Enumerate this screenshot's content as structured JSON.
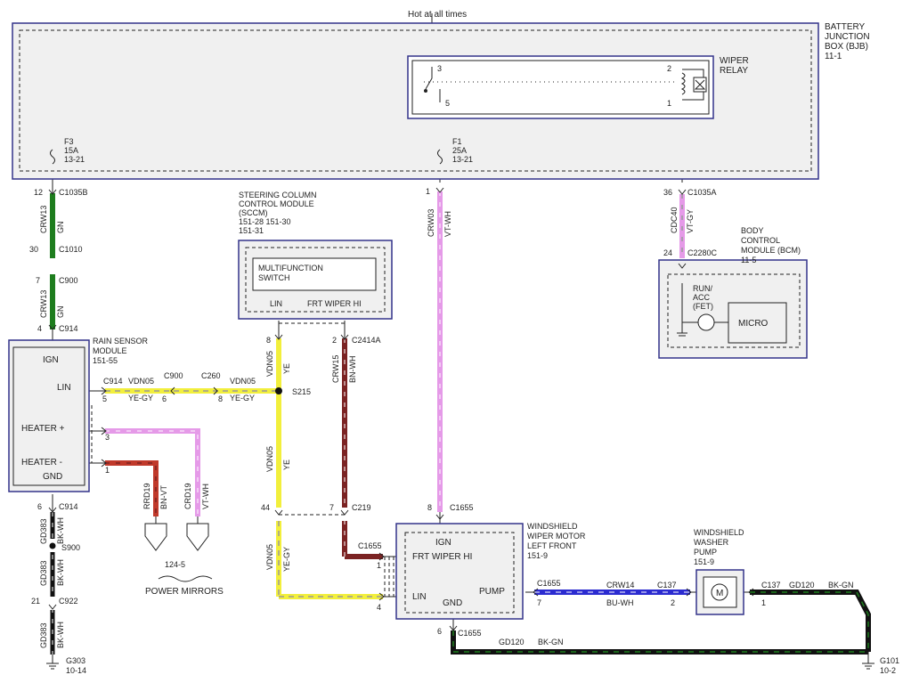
{
  "labels": {
    "hot": "Hot at all times",
    "bjb": [
      "BATTERY",
      "JUNCTION",
      "BOX (BJB)",
      "11-1"
    ],
    "relay": [
      "WIPER",
      "RELAY"
    ],
    "relay_pins": [
      "3",
      "2",
      "5",
      "1"
    ],
    "f3": [
      "F3",
      "15A",
      "13-21"
    ],
    "f1": [
      "F1",
      "25A",
      "13-21"
    ],
    "sccm": [
      "STEERING COLUMN",
      "CONTROL MODULE",
      "(SCCM)",
      "151-28  151-30",
      "151-31"
    ],
    "mfs": [
      "MULTIFUNCTION",
      "SWITCH"
    ],
    "sccm_lin": "LIN",
    "sccm_frt": "FRT WIPER HI",
    "bcm": [
      "BODY",
      "CONTROL",
      "MODULE (BCM)",
      "11-5"
    ],
    "runacc": [
      "RUN/",
      "ACC",
      "(FET)"
    ],
    "micro": "MICRO",
    "rain": [
      "RAIN SENSOR",
      "MODULE",
      "151-55"
    ],
    "rain_pins": [
      "IGN",
      "LIN",
      "HEATER +",
      "HEATER -",
      "GND"
    ],
    "motor": [
      "WINDSHIELD",
      "WIPER MOTOR",
      "LEFT FRONT",
      "151-9"
    ],
    "motor_pins": [
      "IGN",
      "FRT WIPER HI",
      "LIN",
      "GND",
      "PUMP"
    ],
    "washer": [
      "WINDSHIELD",
      "WASHER",
      "PUMP",
      "151-9"
    ],
    "mirrors_ref": "124-5",
    "mirrors": "POWER MIRRORS",
    "g303": [
      "G303",
      "10-14"
    ],
    "g101": [
      "G101",
      "10-2"
    ],
    "s215": "S215",
    "s900": "S900"
  },
  "connectors": {
    "c1035b": "C1035B",
    "c1010": "C1010",
    "c900a": "C900",
    "c914a": "C914",
    "c914b": "C914",
    "c900b": "C900",
    "c260": "C260",
    "c914c": "C914",
    "c2414a": "C2414A",
    "c219": "C219",
    "c1655a": "C1655",
    "c1655b": "C1655",
    "c1655c": "C1655",
    "c1655d": "C1655",
    "c137a": "C137",
    "c137b": "C137",
    "c1035a": "C1035A",
    "c2280c": "C2280C",
    "c922": "C922"
  },
  "pins": {
    "p12": "12",
    "p30": "30",
    "p7": "7",
    "p4": "4",
    "p5": "5",
    "p6": "6",
    "p8": "8",
    "p3": "3",
    "p1": "1",
    "p1b": "1",
    "p8b": "8",
    "p2": "2",
    "p44": "44",
    "p7b": "7",
    "p8c": "8",
    "p1c": "1",
    "p4b": "4",
    "p6b": "6",
    "p7c": "7",
    "p2b": "2",
    "p1d": "1",
    "p36": "36",
    "p24": "24",
    "p6c": "6",
    "p21": "21"
  },
  "wires": {
    "crw13a": "CRW13",
    "gna": "GN",
    "crw13b": "CRW13",
    "gnb": "GN",
    "vdn05a": "VDN05",
    "yegya": "YE-GY",
    "vdn05b": "VDN05",
    "yegyb": "YE-GY",
    "vdn05c": "VDN05",
    "yea": "YE",
    "vdn05d": "VDN05",
    "yeb": "YE",
    "vdn05e": "VDN05",
    "yegyc": "YE-GY",
    "crw15": "CRW15",
    "bnwh": "BN-WH",
    "crw03": "CRW03",
    "vtwh": "VT-WH",
    "cdc40": "CDC40",
    "vtgy": "VT-GY",
    "rrd19": "RRD19",
    "bnvt": "BN-VT",
    "crd19": "CRD19",
    "vtwh2": "VT-WH",
    "crw14": "CRW14",
    "buwh": "BU-WH",
    "gd120a": "GD120",
    "bkgna": "BK-GN",
    "gd120b": "GD120",
    "bkgnb": "BK-GN",
    "gd383a": "GD383",
    "bkwha": "BK-WH",
    "gd383b": "GD383",
    "bkwhb": "BK-WH",
    "gd383c": "GD383",
    "bkwhc": "BK-WH"
  },
  "colors": {
    "gn": "#1e7d1e",
    "ye": "#f2ef3c",
    "gy": "#999999",
    "bn": "#7b2323",
    "vt": "#e59ae8",
    "bu": "#2b2bd0",
    "bk": "#111111",
    "wh": "#ffffff",
    "rd": "#c0392b"
  }
}
